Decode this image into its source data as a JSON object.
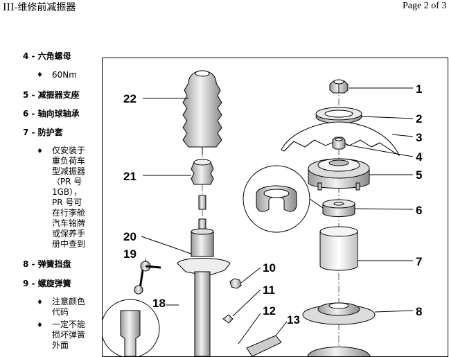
{
  "header": {
    "title": "III-维修前减振器",
    "page": "Page 2 of 3"
  },
  "sidebar": {
    "item4": "4 - 六角螺母",
    "item4_torque": "60Nm",
    "item5": "5 - 减振器支座",
    "item6": "6 - 轴向球轴承",
    "item7": "7 - 防护套",
    "item7_note": [
      "仅安装于",
      "重负荷车",
      "型减振器",
      "（PR 号",
      "1GB），",
      "PR 号可",
      "在行李舱",
      "汽车铭牌",
      "或保养手",
      "册中查到"
    ],
    "item8": "8 - 弹簧挡盘",
    "item9": "9 - 螺旋弹簧",
    "item9_note1": [
      "注意颜色",
      "代码"
    ],
    "item9_note2": [
      "一定不能",
      "损坏弹簧",
      "外面"
    ]
  },
  "figure": {
    "labels": [
      "1",
      "2",
      "3",
      "4",
      "5",
      "6",
      "7",
      "8",
      "10",
      "11",
      "12",
      "13",
      "18",
      "19",
      "20",
      "21",
      "22"
    ]
  }
}
